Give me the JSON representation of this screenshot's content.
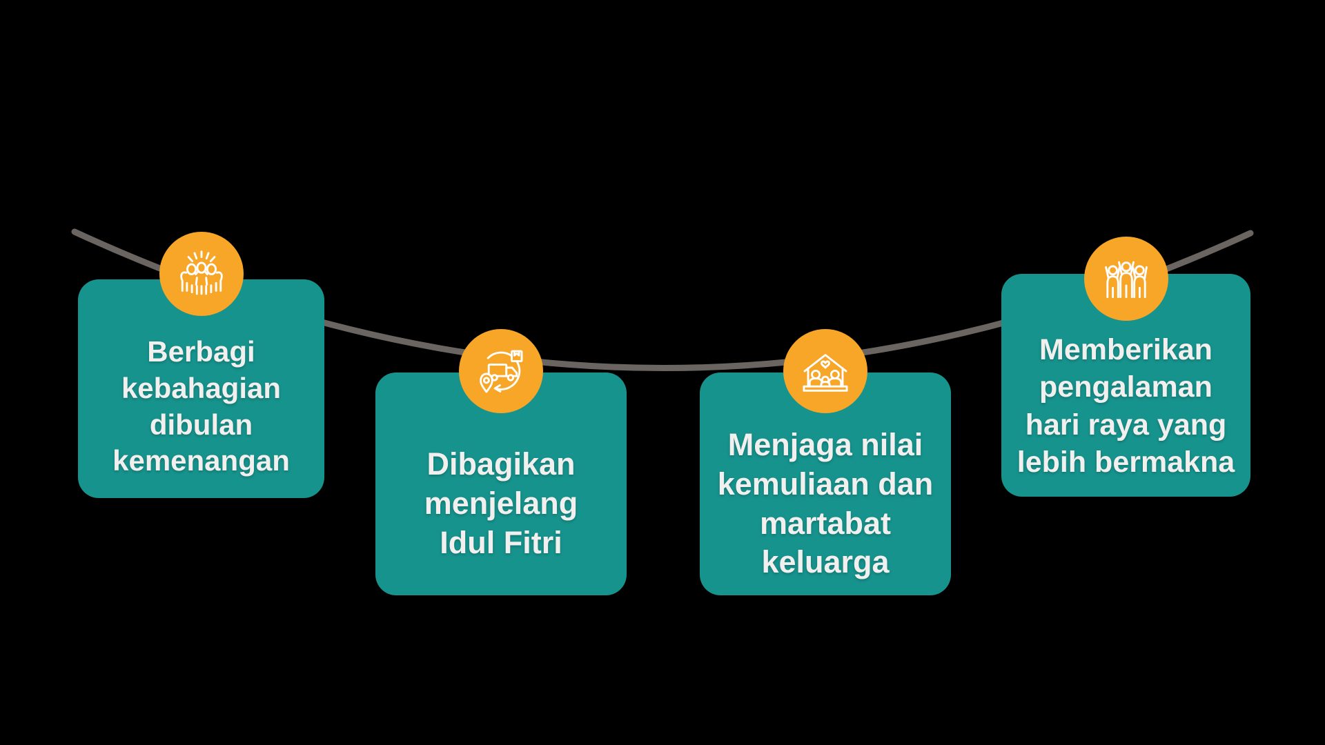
{
  "colors": {
    "background": "#000000",
    "card_fill": "#17938D",
    "icon_fill": "#F8A627",
    "line": "#6A6561",
    "text": "#F1F0EE"
  },
  "cards": [
    {
      "icon": "celebration-people-icon",
      "text": "Berbagi\nkebahagian\ndibulan\nkemenangan"
    },
    {
      "icon": "delivery-distribution-icon",
      "text": "Dibagikan\nmenjelang\nIdul Fitri"
    },
    {
      "icon": "family-home-icon",
      "text": "Menjaga nilai\nkemuliaan dan\nmartabat\nkeluarga"
    },
    {
      "icon": "team-unity-icon",
      "text": "Memberikan\npengalaman\nhari raya yang\nlebih bermakna"
    }
  ]
}
